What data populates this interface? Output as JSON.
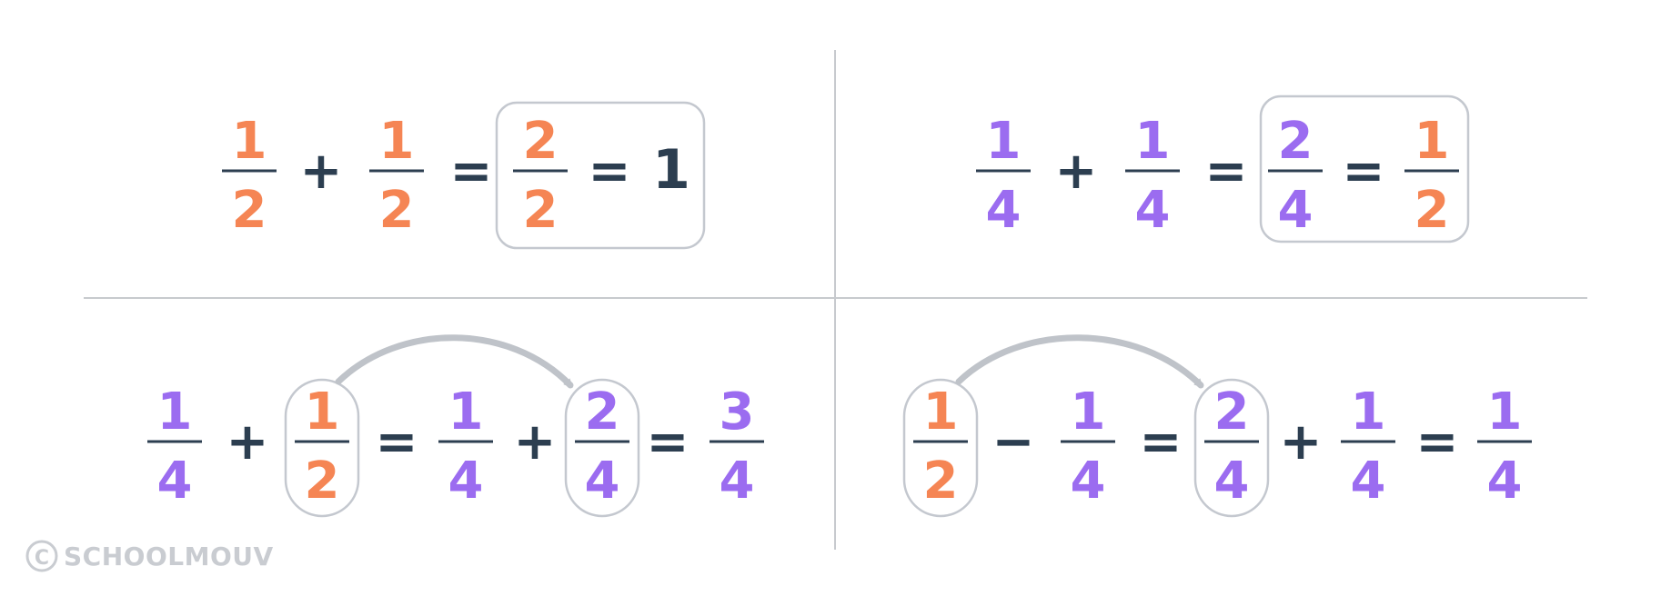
{
  "colors": {
    "orange": "#f58554",
    "purple": "#9b6cf0",
    "dark": "#2c3e50",
    "frame": "#c4c8cf",
    "divider": "#c7cace",
    "arrow": "#bfc3c9"
  },
  "panels": {
    "top_left": {
      "f1": {
        "num": "1",
        "den": "2"
      },
      "op1": "+",
      "f2": {
        "num": "1",
        "den": "2"
      },
      "eq1": "=",
      "f3": {
        "num": "2",
        "den": "2"
      },
      "eq2": "=",
      "result": "1"
    },
    "top_right": {
      "f1": {
        "num": "1",
        "den": "4"
      },
      "op1": "+",
      "f2": {
        "num": "1",
        "den": "4"
      },
      "eq1": "=",
      "f3": {
        "num": "2",
        "den": "4"
      },
      "eq2": "=",
      "f4": {
        "num": "1",
        "den": "2"
      }
    },
    "bottom_left": {
      "f1": {
        "num": "1",
        "den": "4"
      },
      "op1": "+",
      "f2": {
        "num": "1",
        "den": "2"
      },
      "eq1": "=",
      "f3": {
        "num": "1",
        "den": "4"
      },
      "op2": "+",
      "f4": {
        "num": "2",
        "den": "4"
      },
      "eq2": "=",
      "f5": {
        "num": "3",
        "den": "4"
      }
    },
    "bottom_right": {
      "f1": {
        "num": "1",
        "den": "2"
      },
      "op1": "−",
      "f2": {
        "num": "1",
        "den": "4"
      },
      "eq1": "=",
      "f3": {
        "num": "2",
        "den": "4"
      },
      "op2": "+",
      "f4": {
        "num": "1",
        "den": "4"
      },
      "eq2": "=",
      "f5": {
        "num": "1",
        "den": "4"
      }
    }
  },
  "watermark": {
    "symbol": "©",
    "text": "SCHOOLMOUV"
  }
}
